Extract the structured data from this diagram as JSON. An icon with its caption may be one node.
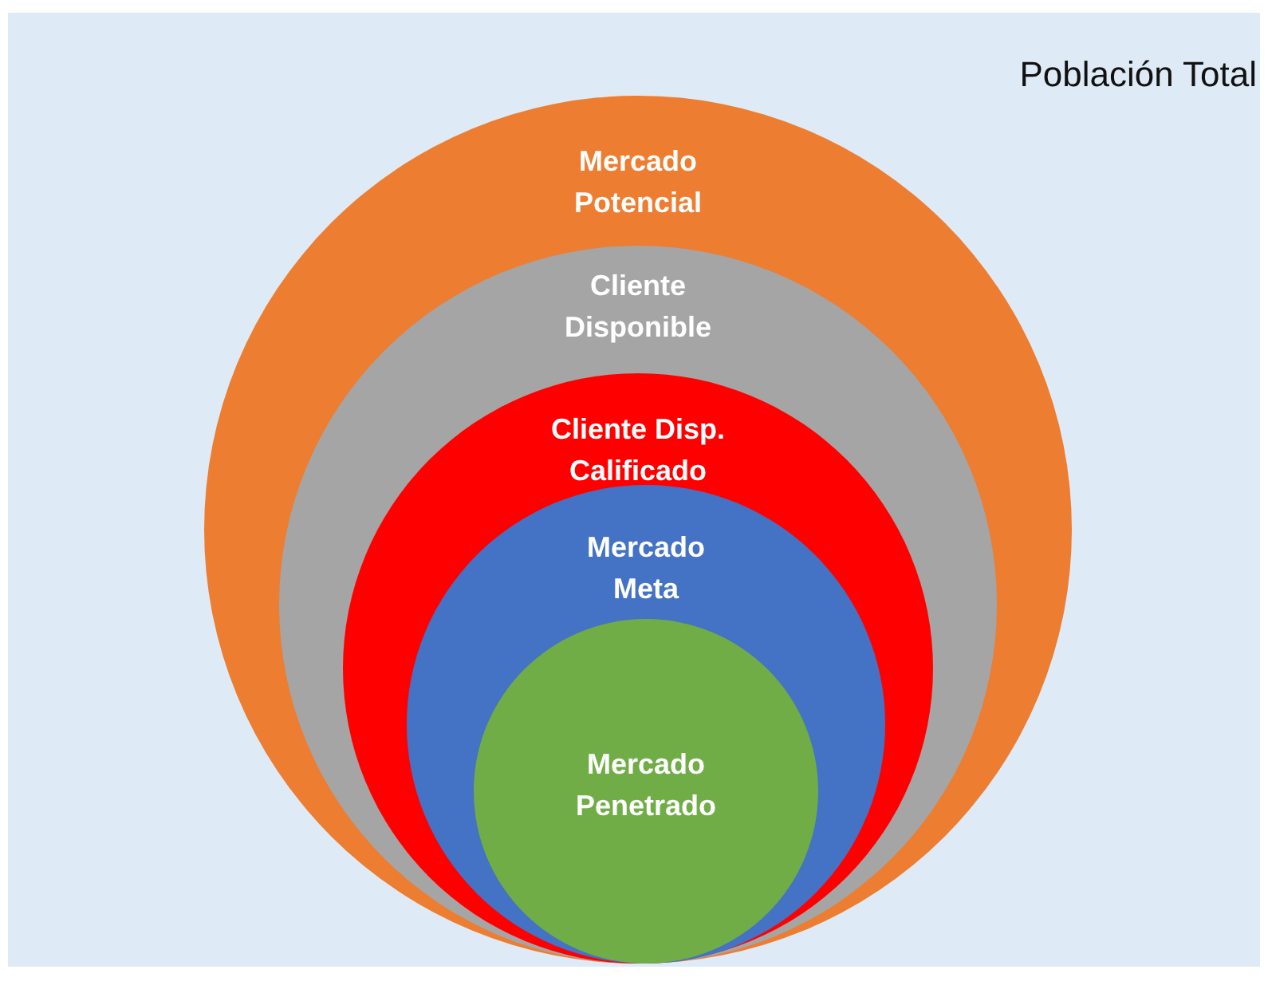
{
  "diagram": {
    "nodes": [
      {
        "text": [
          "Población Total"
        ]
      },
      {
        "text": [
          "Mercado Potencial"
        ],
        "in": 0
      },
      {
        "text": [
          "Cliente Disponible"
        ],
        "in": 1
      },
      {
        "text": [
          "Cliente Disp. Calificado"
        ],
        "in": 2
      },
      {
        "text": [
          "Mercado Meta"
        ],
        "in": 3
      },
      {
        "text": [
          "Mercado Penetrado"
        ],
        "in": 4
      }
    ]
  }
}
